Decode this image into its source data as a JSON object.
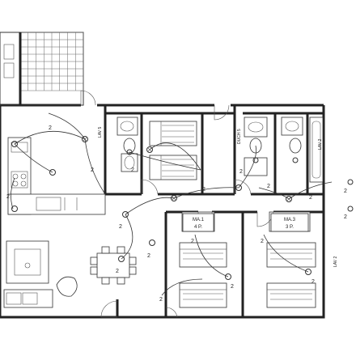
{
  "rooms": {
    "bedroom_left_label": "MA.1",
    "bedroom_left_sub": "4 P.",
    "bedroom_right_label": "MA.3",
    "bedroom_right_sub": "3 P."
  },
  "fixture_labels": {
    "bath1_tag": "LAV 5",
    "bath2_tag": "DUCH 5",
    "bath3_tag": "LAV 2",
    "ward_tag": "LAV 2"
  },
  "circuit_numbers": {
    "n1": "2",
    "n2": "2",
    "n3": "2",
    "n4": "2",
    "n5": "2",
    "n6": "2",
    "n7": "2",
    "n8": "2",
    "n9": "2",
    "n10": "2",
    "n11": "2",
    "n12": "2",
    "n13": "2",
    "n14": "2",
    "n15": "2",
    "n16": "2",
    "n17": "2",
    "n18": "2"
  },
  "colors": {
    "line": "#222222",
    "background": "#ffffff"
  }
}
